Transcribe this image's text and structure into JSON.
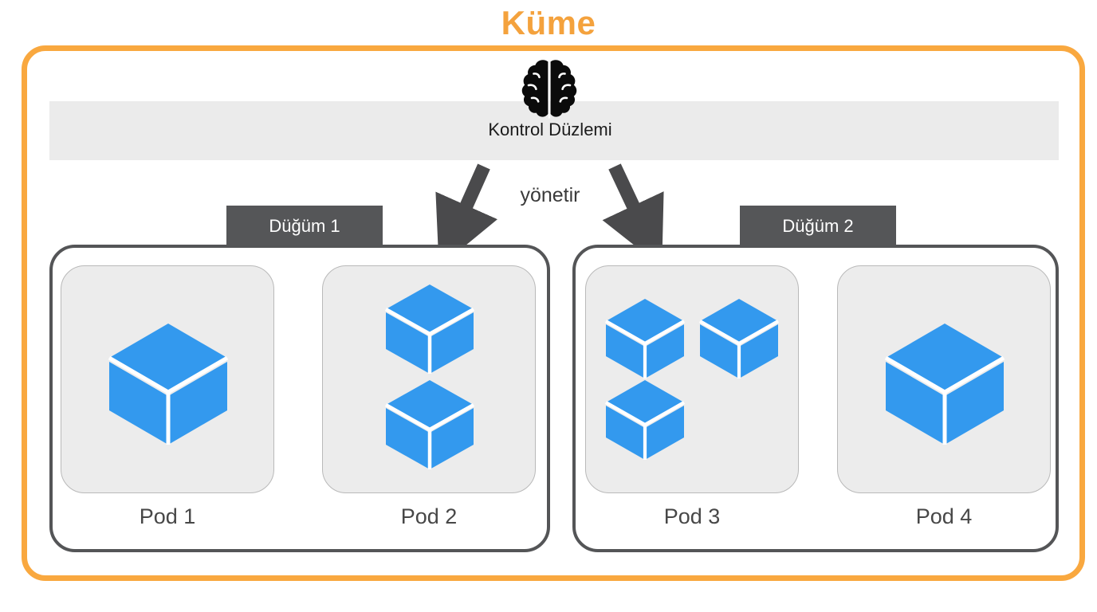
{
  "title": "Küme",
  "colors": {
    "cluster_border": "#f9a83f",
    "title": "#f4a23d",
    "control_plane_bg": "#ebebeb",
    "node_tab_bg": "#555658",
    "node_border": "#545557",
    "pod_bg": "#ececec",
    "pod_border": "#b9b9b9",
    "cube_blue": "#3399ee",
    "cube_edge": "#ffffff",
    "arrow": "#4a4a4c",
    "text_dark": "#1b1b1b"
  },
  "control_plane": {
    "label": "Kontrol Düzlemi",
    "icon": "brain-icon"
  },
  "relation": {
    "label": "yönetir",
    "left_arrow": "arrow-down-left-icon",
    "right_arrow": "arrow-down-right-icon"
  },
  "nodes": [
    {
      "label": "Düğüm 1",
      "pods": [
        {
          "label": "Pod 1",
          "container_count": 1,
          "layout": "single"
        },
        {
          "label": "Pod 2",
          "container_count": 2,
          "layout": "stacked-vertical"
        }
      ]
    },
    {
      "label": "Düğüm 2",
      "pods": [
        {
          "label": "Pod 3",
          "container_count": 3,
          "layout": "l-shape"
        },
        {
          "label": "Pod 4",
          "container_count": 1,
          "layout": "single"
        }
      ]
    }
  ],
  "pods_flat": [
    {
      "label": "Pod 1",
      "container_count": 1
    },
    {
      "label": "Pod 2",
      "container_count": 2
    },
    {
      "label": "Pod 3",
      "container_count": 3
    },
    {
      "label": "Pod 4",
      "container_count": 1
    }
  ]
}
